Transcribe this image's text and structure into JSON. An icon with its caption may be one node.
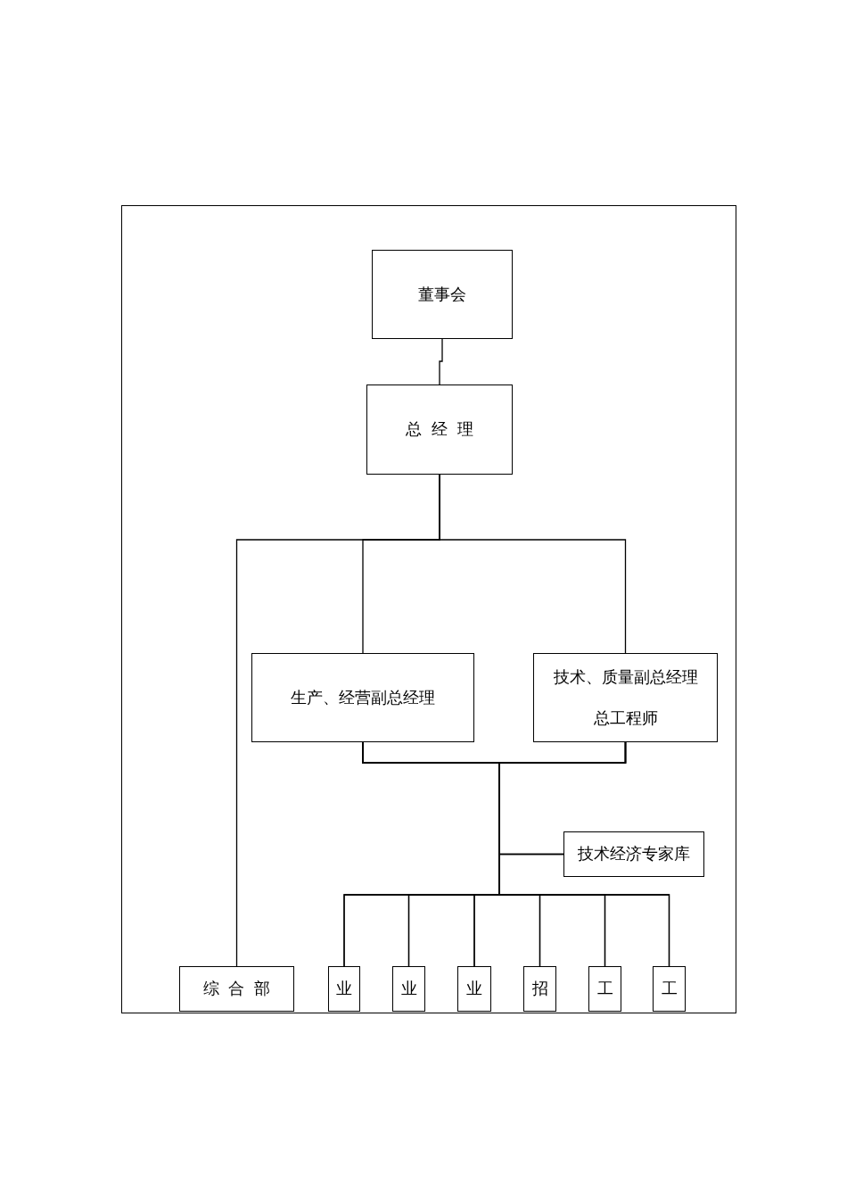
{
  "diagram": {
    "nodes": [
      {
        "text": [
          "董事会"
        ]
      },
      {
        "text": [
          "总经理"
        ]
      },
      {
        "text": [
          "生产、经营副总经理"
        ]
      },
      {
        "text": [
          "技术、质量副总经理",
          "总工程师"
        ]
      },
      {
        "text": [
          "技术经济专家库"
        ]
      },
      {
        "text": [
          "综合部"
        ]
      },
      {
        "text": [
          "业"
        ]
      },
      {
        "text": [
          "业"
        ]
      },
      {
        "text": [
          "业"
        ]
      },
      {
        "text": [
          "招"
        ]
      },
      {
        "text": [
          "工"
        ]
      },
      {
        "text": [
          "工"
        ]
      }
    ],
    "edges": [
      {
        "from": 0,
        "to": 1,
        "arrow": "none"
      },
      {
        "from": 1,
        "to": 5,
        "arrow": "none"
      },
      {
        "from": 1,
        "to": 2,
        "arrow": "none"
      },
      {
        "from": 1,
        "to": 3,
        "arrow": "none"
      },
      {
        "from": 2,
        "to": 4,
        "arrow": "none"
      },
      {
        "from": 3,
        "to": 4,
        "arrow": "none"
      },
      {
        "from": 2,
        "to": 6,
        "arrow": "none"
      },
      {
        "from": 2,
        "to": 7,
        "arrow": "none"
      },
      {
        "from": 2,
        "to": 8,
        "arrow": "none"
      },
      {
        "from": 2,
        "to": 9,
        "arrow": "none"
      },
      {
        "from": 2,
        "to": 10,
        "arrow": "none"
      },
      {
        "from": 2,
        "to": 11,
        "arrow": "none"
      },
      {
        "from": 3,
        "to": 6,
        "arrow": "none"
      },
      {
        "from": 3,
        "to": 7,
        "arrow": "none"
      },
      {
        "from": 3,
        "to": 8,
        "arrow": "none"
      },
      {
        "from": 3,
        "to": 9,
        "arrow": "none"
      },
      {
        "from": 3,
        "to": 10,
        "arrow": "none"
      },
      {
        "from": 3,
        "to": 11,
        "arrow": "none"
      }
    ]
  }
}
